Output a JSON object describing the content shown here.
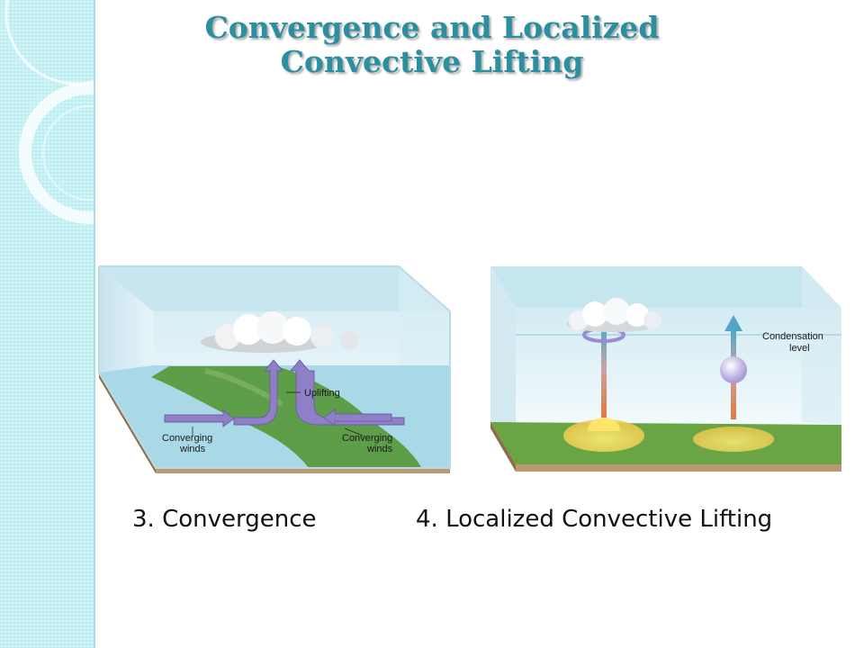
{
  "slide": {
    "title_line1": "Convergence and Localized",
    "title_line2": "Convective Lifting"
  },
  "panel_convergence": {
    "caption": "3. Convergence",
    "label_uplifting": "Uplifting",
    "label_converging_left_1": "Converging",
    "label_converging_left_2": "winds",
    "label_converging_right_1": "Converging",
    "label_converging_right_2": "winds"
  },
  "panel_convective": {
    "caption": "4. Localized Convective Lifting",
    "label_condensation_1": "Condensation",
    "label_condensation_2": "level"
  },
  "colors": {
    "title": "#2b8f9f",
    "side_band": "#bfeff2",
    "arrow_purple": "#8f7fc7",
    "land_green": "#5e9e48",
    "water_blue": "#a9d9e6",
    "box_glass": "#cfeaf2",
    "soil": "#b99970"
  }
}
